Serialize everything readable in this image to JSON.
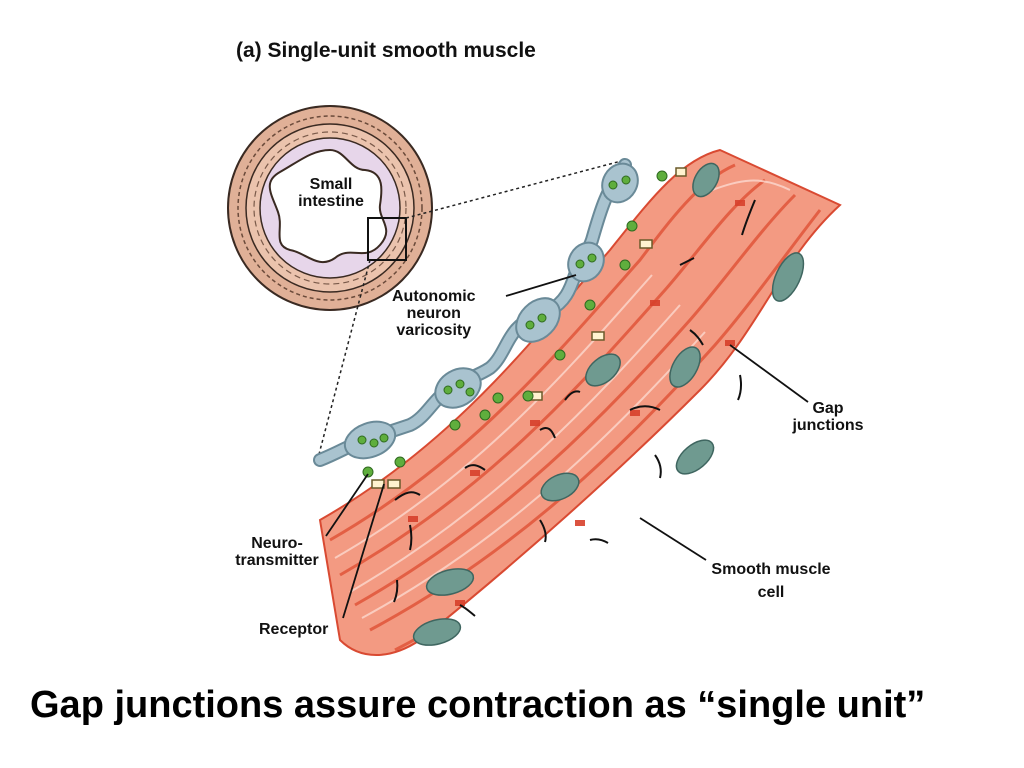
{
  "title": "(a)  Single-unit smooth muscle",
  "labels": {
    "small_intestine_line1": "Small",
    "small_intestine_line2": "intestine",
    "varicosity_line1": "Autonomic",
    "varicosity_line2": "neuron",
    "varicosity_line3": "varicosity",
    "gap_line1": "Gap",
    "gap_line2": "junctions",
    "neuro_line1": "Neuro-",
    "neuro_line2": "transmitter",
    "receptor": "Receptor",
    "smooth_line1": "Smooth muscle",
    "smooth_line2": "cell"
  },
  "caption": "Gap junctions assure contraction as “single unit”",
  "colors": {
    "muscle_light": "#f39a82",
    "muscle_dark": "#e2553c",
    "nucleus": "#6f9a90",
    "neuron": "#a9c3cf",
    "neurotransmitter": "#5fae3d",
    "lumen": "#e7d6ea",
    "intestine_wall": "#e0b097"
  }
}
